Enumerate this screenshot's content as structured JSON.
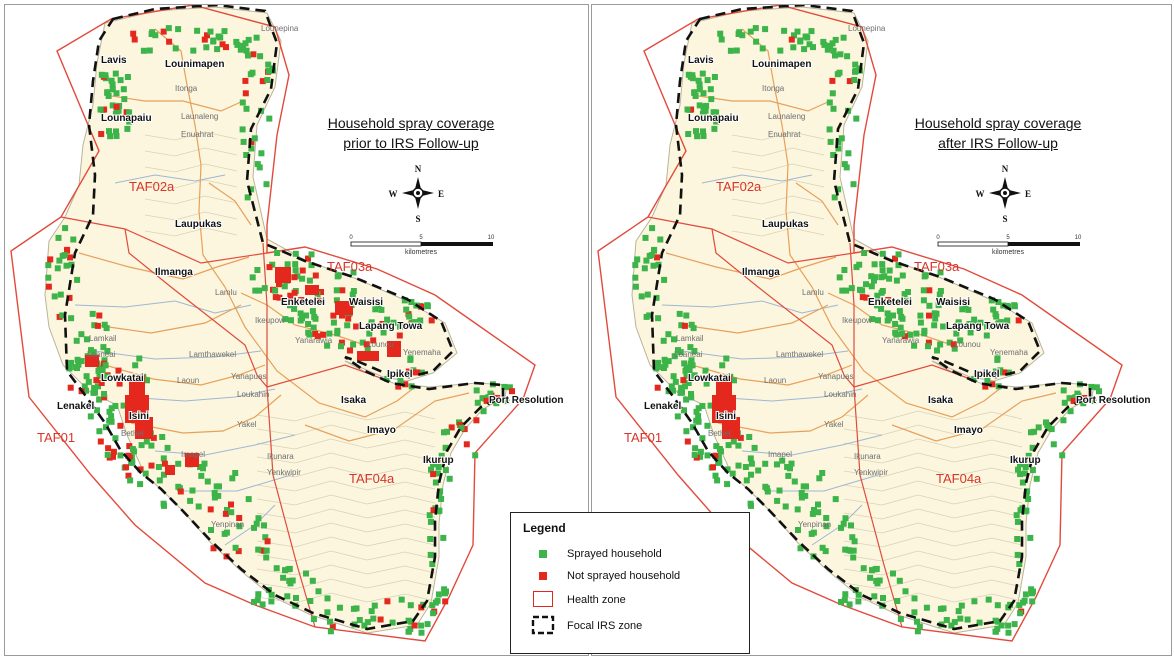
{
  "panels": [
    {
      "id": "before",
      "title_line1": "Household spray coverage",
      "title_line2": "prior to IRS Follow-up"
    },
    {
      "id": "after",
      "title_line1": "Household spray coverage",
      "title_line2": "after IRS Follow-up"
    }
  ],
  "compass": {
    "n": "N",
    "s": "S",
    "e": "E",
    "w": "W"
  },
  "scale": {
    "ticks": [
      "0",
      "5",
      "10"
    ],
    "unit": "kilometres"
  },
  "zones": [
    "TAF02a",
    "TAF03a",
    "TAF01",
    "TAF04a"
  ],
  "places_major": [
    "Lavis",
    "Lounimapen",
    "Lounapaiu",
    "Laupukas",
    "Ilmanga",
    "Enketelei",
    "Waisisi",
    "Lapang Towa",
    "Ipikel",
    "Lowkatai",
    "Lenakel",
    "Isini",
    "Isaka",
    "Imayo",
    "Ikurup",
    "Port Resolution"
  ],
  "places_minor": [
    "Lounepina",
    "Itonga",
    "Launaleng",
    "Enuahrat",
    "Lamlu",
    "Ikeupow",
    "Yanarawia",
    "Lounou",
    "Yenemaha",
    "Lamkail",
    "Loaneai",
    "Lamthawekel",
    "Laoun",
    "Yanapuas",
    "Loukahin",
    "Bethel",
    "Yakel",
    "Imapel",
    "Ikunara",
    "Yenkwipir",
    "Yenpinan"
  ],
  "legend": {
    "title": "Legend",
    "items": [
      {
        "label": "Sprayed household",
        "color": "#3cb449"
      },
      {
        "label": "Not sprayed household",
        "color": "#e4281e"
      },
      {
        "label": "Health zone",
        "color": "#e4281e"
      },
      {
        "label": "Focal IRS zone",
        "color": "#111111"
      }
    ]
  },
  "colors": {
    "land": "#fbf6dd",
    "road": "#e8a05a",
    "river": "#9fb6d6",
    "contour": "#d9d2b8",
    "zone": "#e24a3c"
  }
}
